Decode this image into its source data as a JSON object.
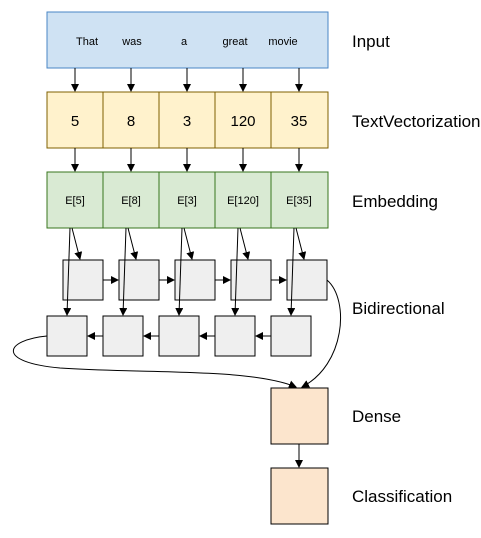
{
  "stages": {
    "input": "Input",
    "vectorization": "TextVectorization",
    "embedding": "Embedding",
    "bidirectional": "Bidirectional",
    "dense": "Dense",
    "classification": "Classification"
  },
  "input_words": [
    "That",
    "was",
    "a",
    "great",
    "movie"
  ],
  "token_ids": [
    "5",
    "8",
    "3",
    "120",
    "35"
  ],
  "embeddings": [
    "E[5]",
    "E[8]",
    "E[3]",
    "E[120]",
    "E[35]"
  ],
  "colors": {
    "input_fill": "#cfe2f3",
    "input_stroke": "#4a86c5",
    "token_fill": "#fff2cc",
    "token_stroke": "#7f6000",
    "embedding_fill": "#d9ead3",
    "embedding_stroke": "#38761d",
    "rnn_fill": "#efefef",
    "rnn_stroke": "#000000",
    "dense_fill": "#fce5cd",
    "dense_stroke": "#000000"
  }
}
